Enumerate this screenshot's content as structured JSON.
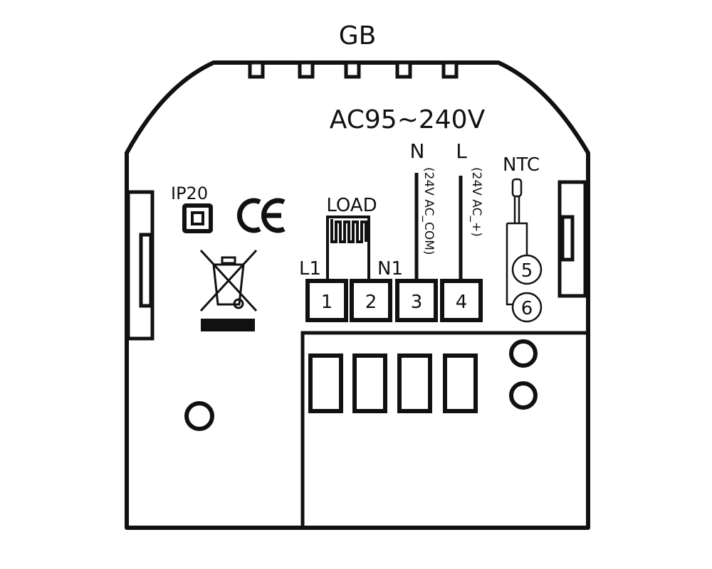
{
  "title": "GB",
  "voltage": "AC95~240V",
  "labels": {
    "n": "N",
    "l": "L",
    "n_note": "(24V AC_COM)",
    "l_note": "(24V AC_+)",
    "ntc": "NTC",
    "load": "LOAD",
    "l1": "L1",
    "n1": "N1",
    "ip_rating": "IP20",
    "ce_mark": "CE"
  },
  "terminals": [
    "1",
    "2",
    "3",
    "4"
  ],
  "sensor_terminals": [
    "5",
    "6"
  ],
  "colors": {
    "stroke": "#111111",
    "background": "#ffffff"
  }
}
